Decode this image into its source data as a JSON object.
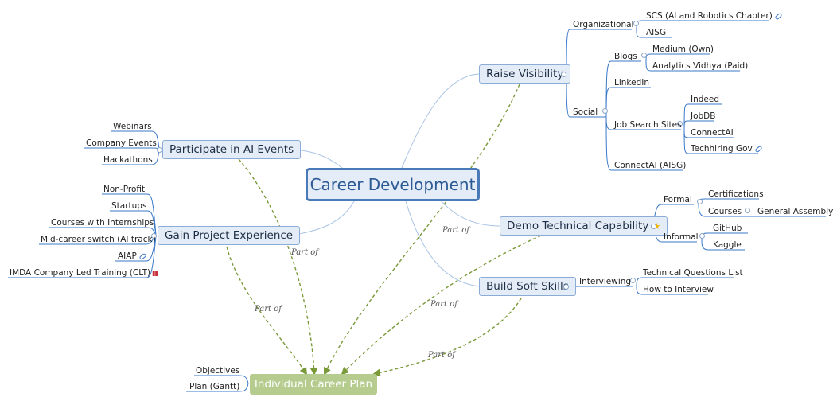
{
  "central": "Career Development",
  "plan": {
    "label": "Individual Career Plan",
    "children": [
      "Objectives",
      "Plan (Gantt)"
    ]
  },
  "relation_label": "Part of",
  "branches": {
    "raise_visibility": {
      "label": "Raise Visibility",
      "organizational": {
        "label": "Organizational",
        "children": [
          "SCS (AI and Robotics Chapter)",
          "AISG"
        ]
      },
      "social": {
        "label": "Social",
        "blogs": {
          "label": "Blogs",
          "children": [
            "Medium (Own)",
            "Analytics Vidhya (Paid)"
          ]
        },
        "linkedin": "LinkedIn",
        "job_search": {
          "label": "Job Search Sites",
          "children": [
            "Indeed",
            "JobDB",
            "ConnectAI",
            "Techhiring Gov"
          ]
        },
        "connectai_aisg": "ConnectAI (AISG)"
      }
    },
    "ai_events": {
      "label": "Participate in AI Events",
      "children": [
        "Webinars",
        "Company Events",
        "Hackathons"
      ]
    },
    "project_experience": {
      "label": "Gain Project Experience",
      "children": [
        "Non-Profit",
        "Startups",
        "Courses with Internships",
        "Mid-career switch (AI track)",
        "AIAP",
        "IMDA Company Led Training (CLT)"
      ]
    },
    "technical": {
      "label": "Demo Technical Capability",
      "formal": {
        "label": "Formal",
        "certifications": "Certifications",
        "courses": "Courses",
        "general_assembly": "General Assembly"
      },
      "informal": {
        "label": "Informal",
        "children": [
          "GitHub",
          "Kaggle"
        ]
      }
    },
    "soft_skills": {
      "label": "Build Soft Skills",
      "interviewing": {
        "label": "Interviewing",
        "children": [
          "Technical Questions List",
          "How to Interview"
        ]
      }
    }
  },
  "colors": {
    "central_border": "#4a7ab8",
    "node_border": "#8aacd6",
    "node_fill": "#e4ecf7",
    "branch_line": "#3a78c9",
    "relation_line": "#7a9a3a",
    "plan_fill": "#b5cc8e"
  },
  "icons": [
    "hyperlink-icon",
    "document-icon",
    "star-icon"
  ]
}
